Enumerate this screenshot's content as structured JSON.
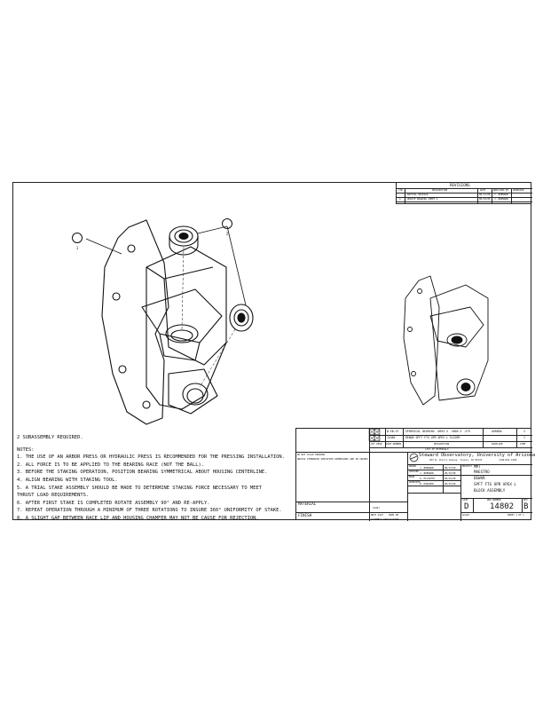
{
  "revisions": {
    "title": "REVISIONS",
    "headers": [
      "LTR",
      "DESCRIPTION",
      "DATE",
      "DRN/CHKD BY",
      "APPROVED"
    ],
    "rows": [
      [
        "-",
        "INITIAL RELEASE",
        "08/13/08",
        "J. BRENNAN",
        "-"
      ],
      [
        "A",
        "UPDATE DRAWING SHEET 1",
        "08/19/08",
        "J. BRENNAN",
        "-"
      ]
    ]
  },
  "balloons": [
    "1",
    "2"
  ],
  "subassembly_note": "2 SUBASSEMBLY REQUIRED.",
  "notes_title": "NOTES:",
  "notes": [
    "1. THE USE OF AN ARBOR PRESS OR HYDRAULIC PRESS IS RECOMMENDED FOR THE PRESSING INSTALLATION.",
    "2. ALL FORCE IS TO BE APPLIED TO THE BEARING RACE (NOT THE BALL).",
    "3. BEFORE THE STAKING OPERATION, POSITION BEARING SYMMETRICAL ABOUT HOUSING CENTERLINE.",
    "4. ALIGN BEARING WITH STAKING TOOL.",
    "5. A TRIAL STAKE ASSEMBLY SHOULD BE MADE TO DETERMINE STAKING FORCE NECESSARY TO MEET",
    "   THRUST LOAD REQUIREMENTS.",
    "6. AFTER FIRST STAKE IS COMPLETED ROTATE ASSEMBLY 90° AND RE-APPLY.",
    "7. REPEAT OPERATION THROUGH A MINIMUM OF THREE ROTATIONS TO INSURE 360° UNIFORMITY OF STAKE.",
    "8. A SLIGHT GAP BETWEEN RACE LIP AND HOUSING CHAMFER MAY NOT BE CAUSE FOR REJECTION."
  ],
  "bom": {
    "rows": [
      [
        "2",
        "B-EB-4T",
        "SPHERICAL BEARING .6694 X .3000 X .375",
        "AURORA",
        "2"
      ],
      [
        "1",
        "14484",
        "DEWAR SPFT FTG UPR APEX L SLIDER",
        "",
        "1"
      ]
    ],
    "headers": [
      "QTY REQD",
      "PART NUMBER",
      "DESCRIPTION",
      "SUPPLIER",
      "ITEM"
    ],
    "list_title": "LIST OF MATERIALS"
  },
  "title_block": {
    "scale_note": "DO NOT SCALE DRAWING",
    "tolerance_note": "UNLESS OTHERWISE SPECIFIED DIMENSIONS ARE IN INCHES",
    "org_name": "Steward Observatory, University of Arizona",
    "org_address": "933 N. Cherry Avenue, Tucson, AZ 85721",
    "org_phone": "(520)621-1500",
    "drawn_label": "DRAWN",
    "drawn_by": "J. BRENNAN",
    "drawn_date": "08/13/08",
    "checked_label": "CHECKED",
    "checked_by": "J. BRENNAN",
    "checked_date": "08/19/08",
    "engr_label": "ENGR",
    "engr_by": "D. MCCARTHY",
    "engr_date": "08/19/08",
    "approved_label": "APPROVED",
    "approved_by": "M. MARSDEN",
    "approved_date": "08/19/08",
    "material_label": "MATERIAL",
    "finish_label": "FINISH",
    "next_assy_label": "NEXT ASSY",
    "used_on_label": "USED ON",
    "next_assy_value": "14427",
    "application_label": "ASSEMBLY APPLICATION",
    "project_label": "PROJECT",
    "project_value": "MMT",
    "subproject_value": "MAESTRO",
    "title_lines": [
      "DEWAR",
      "SPFT FTG UPR APEX L",
      "BLOCK ASSEMBLY"
    ],
    "size_label": "SIZE",
    "size_value": "D",
    "dwg_label": "DWG NUMBER",
    "dwg_number": "14802",
    "rev_label": "REV",
    "rev_value": "B",
    "sheet_label": "SHEET 1 OF 1",
    "scale_label": "SCALE"
  }
}
